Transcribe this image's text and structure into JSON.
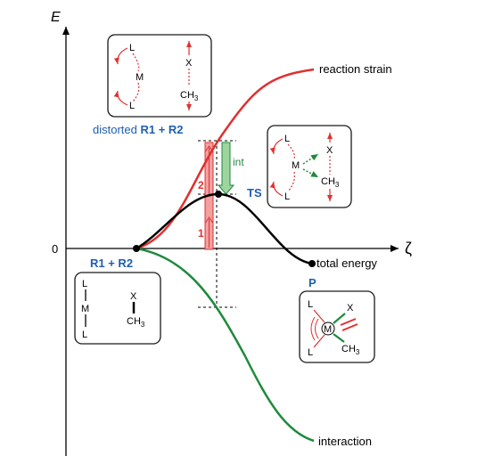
{
  "axes": {
    "y_label": "E",
    "x_label": "ζ",
    "zero_label": "0"
  },
  "curves": {
    "strain_label": "reaction strain",
    "total_label": "total energy",
    "interaction_label": "interaction"
  },
  "points": {
    "reactants": "R1 + R2",
    "transition_state": "TS",
    "product": "P",
    "distorted_prefix": "distorted ",
    "distorted_species": "R1 + R2"
  },
  "bars": {
    "int_label": "int",
    "step1": "1",
    "step2": "2"
  },
  "boxes": {
    "L": "L",
    "M": "M",
    "X": "X",
    "CH3": "CH",
    "CH3_sub": "3"
  },
  "colors": {
    "strain": "#e03030",
    "interaction": "#1e8a3c",
    "total": "#000000",
    "label_blue": "#1f5fb0",
    "bar_red": "#f2a0a0",
    "bar_green": "#9ed49e"
  }
}
